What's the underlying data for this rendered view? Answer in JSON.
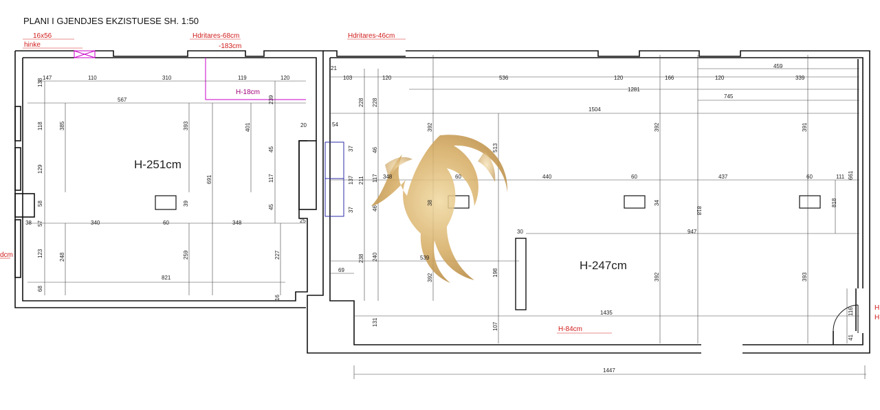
{
  "title": "PLANI I GJENDJES EKZISTUESE SH. 1:50",
  "rooms": {
    "left_height": "H-251cm",
    "right_height": "H-247cm"
  },
  "annotations": {
    "window_size": "16x56",
    "hinke": "hinke",
    "hdritares_68": "Hdritares-68cm",
    "minus_183": "-183cm",
    "hdritares_46": "Hdritares-46cm",
    "h18": "H-18cm",
    "h84": "H-84cm",
    "cut_left": "dcm",
    "cut_right_1": "H",
    "cut_right_2": "H"
  },
  "dimensions": {
    "d147": "147",
    "d110": "110",
    "d310": "310",
    "d119": "119",
    "d120a": "120",
    "d138": "138",
    "d567": "567",
    "d239": "239",
    "d118": "118",
    "d385": "385",
    "d393a": "393",
    "d401": "401",
    "d20": "20",
    "d129": "129",
    "d691": "691",
    "d45a": "45",
    "d117a": "117",
    "d58": "58",
    "d39a": "39",
    "d45b": "45",
    "d38": "38",
    "d57": "57",
    "d340": "340",
    "d60a": "60",
    "d348a": "348",
    "d25": "25",
    "d123": "123",
    "d248": "248",
    "d259": "259",
    "d227": "227",
    "d821": "821",
    "d68": "68",
    "d16": "16",
    "d21": "21",
    "d103": "103",
    "d120b": "120",
    "d536": "536",
    "d120c": "120",
    "d166": "166",
    "d120d": "120",
    "d339": "339",
    "d459": "459",
    "d1281": "1281",
    "d745": "745",
    "d1504": "1504",
    "d228a": "228",
    "d228b": "228",
    "d392a": "392",
    "d392b": "392",
    "d391": "391",
    "d54": "54",
    "d37a": "37",
    "d46a": "46",
    "d513": "513",
    "d137": "137",
    "d211": "211",
    "d117b": "117",
    "d348b": "348",
    "d60b": "60",
    "d440": "440",
    "d60c": "60",
    "d437": "437",
    "d60d": "60",
    "d111": "111",
    "d661": "661",
    "d818a": "818",
    "d818b": "818",
    "d37b": "37",
    "d46b": "46",
    "d38b": "38",
    "d34": "34",
    "d30": "30",
    "d947": "947",
    "d238": "238",
    "d240": "240",
    "d539": "539",
    "d69": "69",
    "d198": "198",
    "d392c": "392",
    "d392d": "392",
    "d393b": "393",
    "d1435": "1435",
    "d116": "116",
    "d131": "131",
    "d107": "107",
    "d41": "41",
    "d1447": "1447"
  },
  "colors": {
    "wall": "#111111",
    "dim_line": "#444444",
    "red_text": "#d11a1a",
    "pink": "#c800c8",
    "blue": "#2a2aa8",
    "logo_gold": "#d9b26a"
  }
}
